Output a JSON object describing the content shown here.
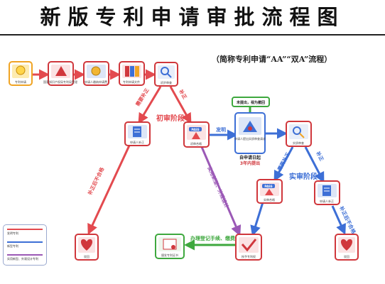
{
  "title": "新版专利申请审批流程图",
  "subtitle": "（简称专利申请“AA”“双A”流程）",
  "colors": {
    "red_path": "#e34a4f",
    "blue_path": "#3d6fd6",
    "purple_path": "#9b59b6",
    "green_path": "#3ea83e",
    "node_border": "#d0373c"
  },
  "nodes": {
    "n1": {
      "label": "专利申请",
      "icon": "lightbulb-icon"
    },
    "n2": {
      "label": "国家知识产权局专利局受理",
      "icon": "patent-office-logo"
    },
    "n3": {
      "label": "申请人缴纳申请费",
      "icon": "fee-coins-icon"
    },
    "n4": {
      "label": "专利申请文件",
      "icon": "books-icon"
    },
    "n5": {
      "label": "初步审查",
      "icon": "magnifier-icon"
    },
    "n6": {
      "label": "申请人补正",
      "icon": "document-edit-icon"
    },
    "n7": {
      "label": "初审合格",
      "icon": "pass-hand-icon"
    },
    "n8": {
      "label": "驳回",
      "icon": "rejected-heart-icon"
    },
    "n9": {
      "label": "申请人提出实质审查请求",
      "icon": "request-box-icon"
    },
    "n10": {
      "label": "实质审查",
      "icon": "magnifier-check-icon"
    },
    "n11": {
      "label": "实审合格",
      "icon": "pass-hand-icon"
    },
    "n12": {
      "label": "申请人补正",
      "icon": "document-edit-icon"
    },
    "n13": {
      "label": "驳回",
      "icon": "rejected-heart-icon"
    },
    "n14": {
      "label": "授予专利权",
      "icon": "checkmark-icon"
    },
    "n15": {
      "label": "颁发专利证书",
      "icon": "certificate-icon"
    }
  },
  "callout": {
    "top": "未提出，视为撤回",
    "note": "自申请日起",
    "note2": "3年内提出"
  },
  "edges": {
    "e1": "需要补正",
    "e2": "补正",
    "e3": "补正后不合格",
    "e4": "发明",
    "e5": "实用新型、外观设计",
    "e6": "需要补正",
    "e7": "补正",
    "e8": "补正后不合格",
    "e9": "办理登记手续、缴费"
  },
  "stages": {
    "first": "初审阶段",
    "second": "实审阶段"
  },
  "legend": [
    {
      "label": "发明专利",
      "color": "#e34a4f"
    },
    {
      "label": "新型专利",
      "color": "#3d6fd6"
    },
    {
      "label": "实用新型、外观设计专利",
      "color": "#9b59b6"
    }
  ]
}
